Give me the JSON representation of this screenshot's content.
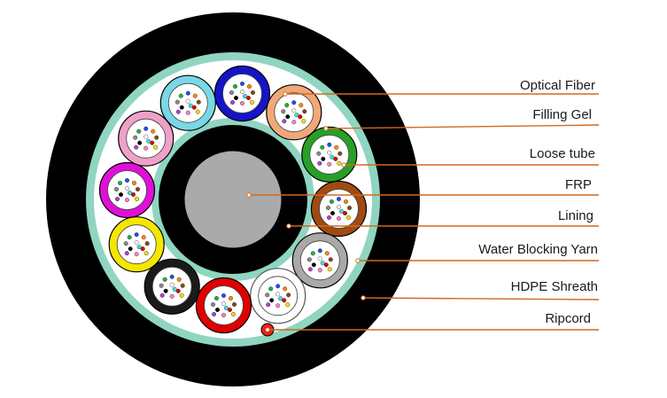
{
  "labels": {
    "optical_fiber": "Optical Fiber",
    "filling_gel": "Filling Gel",
    "loose_tube": "Loose tube",
    "frp": "FRP",
    "lining": "Lining",
    "water_blocking_yarn": "Water Blocking Yarn",
    "hdpe_sheath": "HDPE Shreath",
    "ripcord": "Ripcord"
  },
  "colors": {
    "sheath": "#000000",
    "ring": "#8fd5c2",
    "lining": "#000000",
    "frp": "#aaaaaa",
    "leader": "#d2691e",
    "ripcord": "#e8231b",
    "tube_colors": [
      "#1414c8",
      "#f0a878",
      "#28a028",
      "#a04a14",
      "#a9a9a9",
      "#ffffff",
      "#e00000",
      "#1a1a1a",
      "#f5e600",
      "#e010d8",
      "#f0a0c8",
      "#78d8e6"
    ],
    "fiber_colors": [
      "#1f4fff",
      "#ff8a00",
      "#20b040",
      "#8b4513",
      "#888888",
      "#ffffff",
      "#e00000",
      "#000000",
      "#f0e000",
      "#b040d0",
      "#ff80c0",
      "#40e0e0"
    ]
  },
  "loose_tube_count": 12,
  "fibers_per_tube": 12
}
